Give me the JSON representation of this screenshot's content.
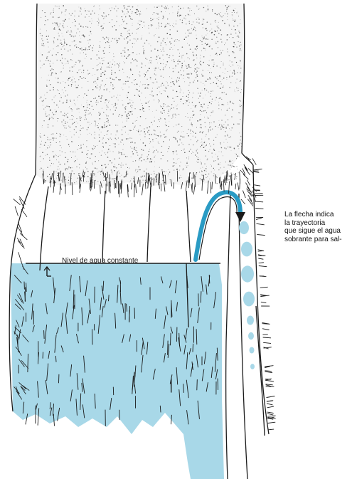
{
  "labels": {
    "water_level": "Nivel de agua constante",
    "arrow_note": [
      "La flecha indica",
      "la trayectoria",
      "que sigue el agua",
      "sobrante para sal-"
    ]
  },
  "colors": {
    "water": "#a8d8e8",
    "ink": "#1a1a1a",
    "arrow": "#2a9bc4",
    "drops": "#a8d8e8"
  },
  "icons": [
    "up-arrow-icon",
    "overflow-arrow-icon"
  ]
}
